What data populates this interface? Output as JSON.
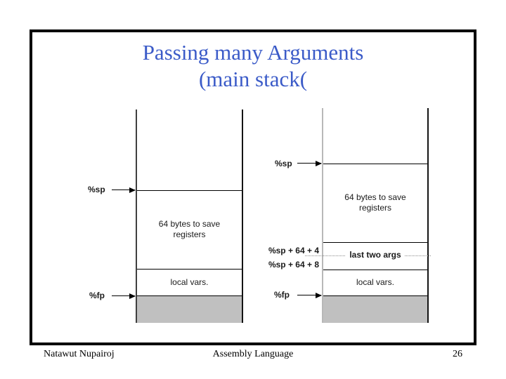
{
  "title": {
    "line1": "Passing many Arguments",
    "line2": "(main stack("
  },
  "colors": {
    "title_blue": "#3b5bc8",
    "stack_fill_gray": "#c0c0c0",
    "frame_border": "#000000"
  },
  "left_stack": {
    "sp_pointer": "%sp",
    "fp_pointer": "%fp",
    "save_region": "64 bytes to save registers",
    "local_region": "local vars."
  },
  "right_stack": {
    "sp_pointer": "%sp",
    "fp_pointer": "%fp",
    "addr_offset_4": "%sp + 64 + 4",
    "addr_offset_8": "%sp + 64 + 8",
    "save_region": "64 bytes to save registers",
    "args_region": "last two args",
    "local_region": "local vars."
  },
  "footer": {
    "author": "Natawut Nupairoj",
    "course": "Assembly Language",
    "page_number": "26"
  }
}
